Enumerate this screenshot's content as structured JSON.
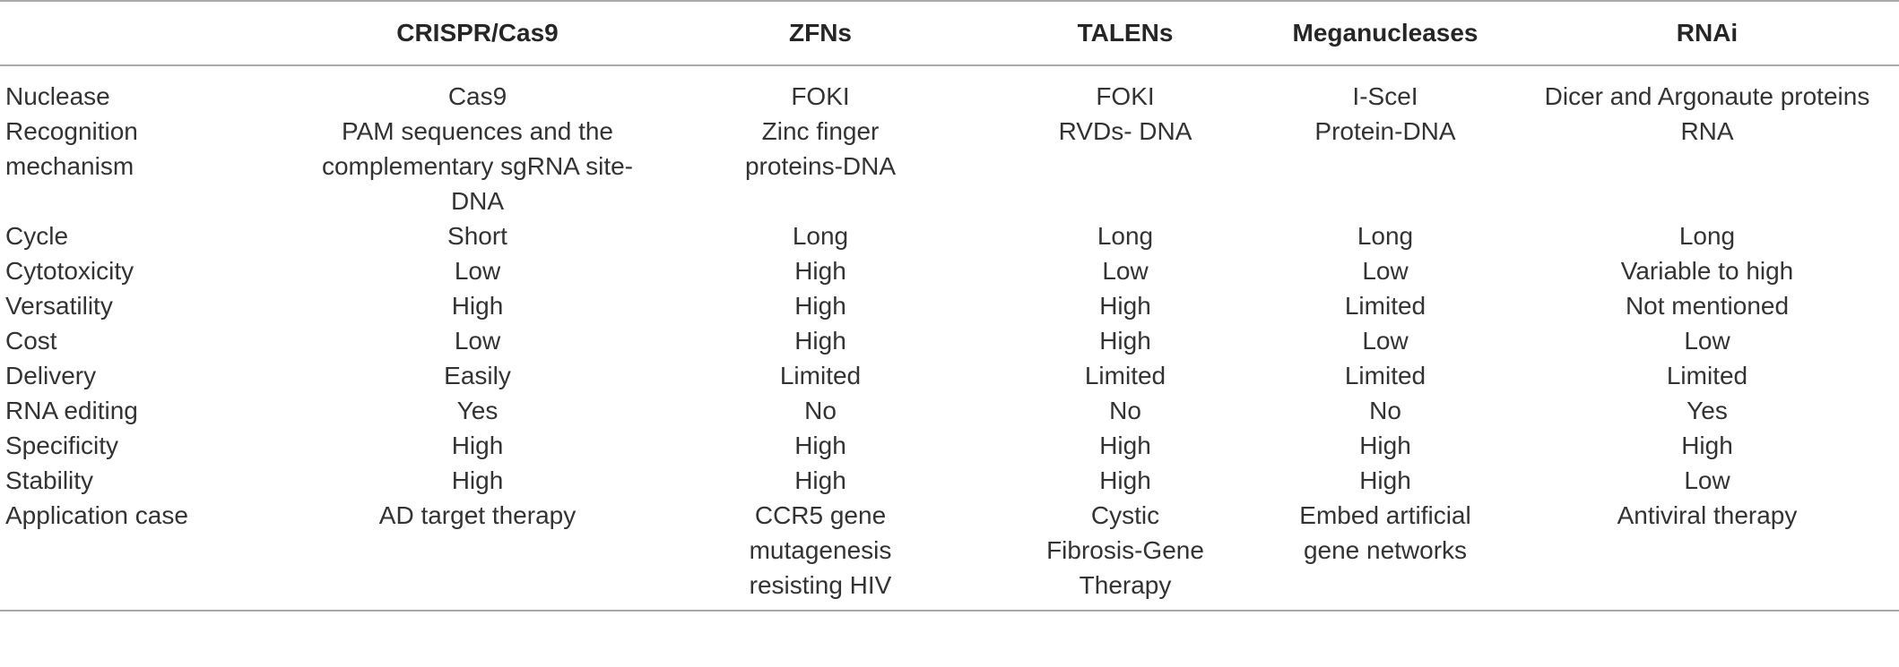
{
  "table": {
    "headers": [
      "",
      "CRISPR/Cas9",
      "ZFNs",
      "TALENs",
      "Meganucleases",
      "RNAi"
    ],
    "rows": [
      {
        "label": "Nuclease",
        "cells": [
          "Cas9",
          "FOKI",
          "FOKI",
          "I-SceI",
          "Dicer and Argonaute proteins"
        ]
      },
      {
        "label": "Recognition\nmechanism",
        "cells": [
          "PAM sequences and the\ncomplementary sgRNA site-DNA",
          "Zinc finger\nproteins-DNA",
          "RVDs- DNA",
          "Protein-DNA",
          "RNA"
        ]
      },
      {
        "label": "Cycle",
        "cells": [
          "Short",
          "Long",
          "Long",
          "Long",
          "Long"
        ]
      },
      {
        "label": "Cytotoxicity",
        "cells": [
          "Low",
          "High",
          "Low",
          "Low",
          "Variable to high"
        ]
      },
      {
        "label": "Versatility",
        "cells": [
          "High",
          "High",
          "High",
          "Limited",
          "Not mentioned"
        ]
      },
      {
        "label": "Cost",
        "cells": [
          "Low",
          "High",
          "High",
          "Low",
          "Low"
        ]
      },
      {
        "label": "Delivery",
        "cells": [
          "Easily",
          "Limited",
          "Limited",
          "Limited",
          "Limited"
        ]
      },
      {
        "label": "RNA editing",
        "cells": [
          "Yes",
          "No",
          "No",
          "No",
          "Yes"
        ]
      },
      {
        "label": "Specificity",
        "cells": [
          "High",
          "High",
          "High",
          "High",
          "High"
        ]
      },
      {
        "label": "Stability",
        "cells": [
          "High",
          "High",
          "High",
          "High",
          "Low"
        ]
      },
      {
        "label": "Application case",
        "cells": [
          "AD target therapy",
          "CCR5 gene\nmutagenesis\nresisting HIV",
          "Cystic\nFibrosis-Gene\nTherapy",
          "Embed artificial\ngene networks",
          "Antiviral therapy"
        ]
      }
    ]
  }
}
